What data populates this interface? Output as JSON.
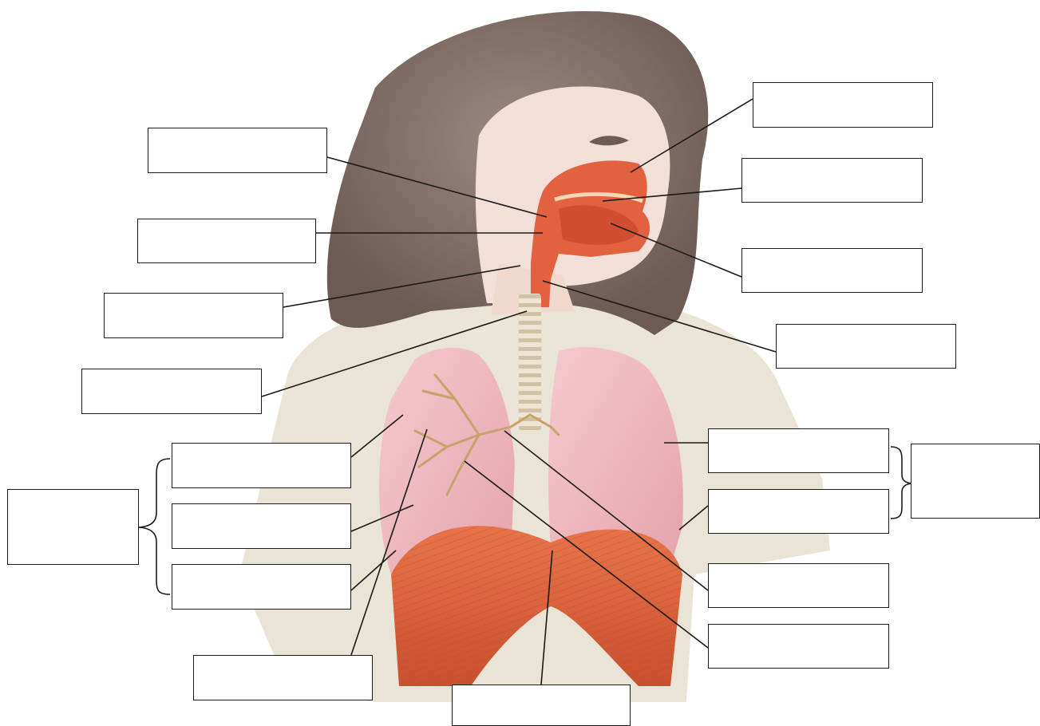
{
  "diagram": {
    "title": "",
    "illustration": "respiratory-system-anatomy",
    "colors": {
      "background": "#ffffff",
      "hair": "#7a6a63",
      "skin": "#f1ded6",
      "shirt": "#e6dfcf",
      "airway": "#e2613f",
      "lung": "#efb8bf",
      "diaphragm": "#d9603a",
      "trachea_rings": "#d9d0bc",
      "bronchi": "#c9a26a",
      "leader_line": "#1a1a1a",
      "box_border": "#1a1a1a"
    },
    "labels": [
      {
        "id": "nasal-cavity",
        "text": ""
      },
      {
        "id": "palate",
        "text": ""
      },
      {
        "id": "oral-cavity",
        "text": ""
      },
      {
        "id": "larynx",
        "text": ""
      },
      {
        "id": "pharynx",
        "text": ""
      },
      {
        "id": "nasopharynx",
        "text": ""
      },
      {
        "id": "epiglottis",
        "text": ""
      },
      {
        "id": "trachea",
        "text": ""
      },
      {
        "id": "right-superior-lobe",
        "text": ""
      },
      {
        "id": "right-middle-lobe",
        "text": ""
      },
      {
        "id": "right-inferior-lobe",
        "text": ""
      },
      {
        "id": "right-lung-group",
        "text": ""
      },
      {
        "id": "bronchiole",
        "text": ""
      },
      {
        "id": "diaphragm",
        "text": ""
      },
      {
        "id": "left-superior-lobe",
        "text": ""
      },
      {
        "id": "left-inferior-lobe",
        "text": ""
      },
      {
        "id": "left-lung-group",
        "text": ""
      },
      {
        "id": "main-bronchus",
        "text": ""
      },
      {
        "id": "secondary-bronchus",
        "text": ""
      }
    ]
  }
}
